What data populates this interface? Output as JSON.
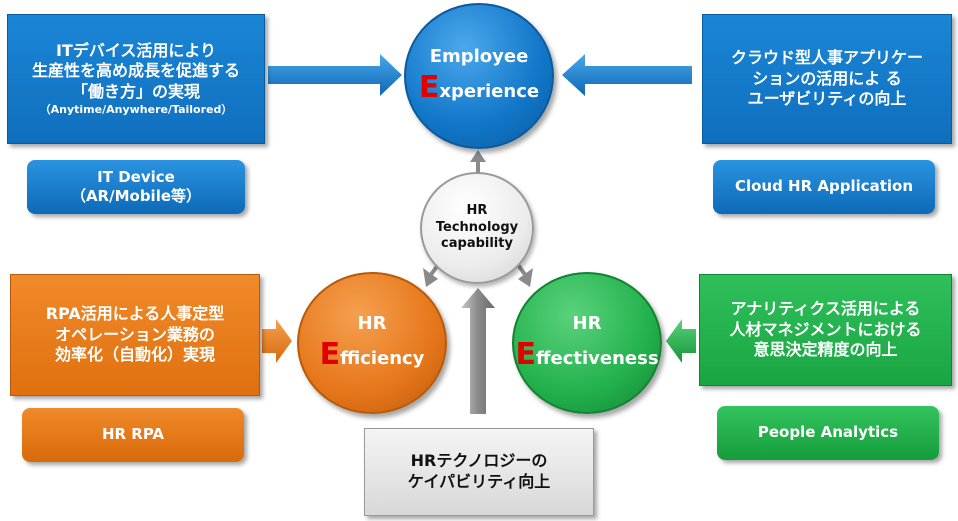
{
  "top_left": {
    "lines": [
      "ITデバイス活用により",
      "生産性を高め成長を促進する",
      "「働き方」の実現"
    ],
    "sub": "（Anytime/Anywhere/Tailored）",
    "pill_line1": "IT Device",
    "pill_line2": "（AR/Mobile等）"
  },
  "top_right": {
    "lines": [
      "クラウド型人事アプリケー",
      "ションの活用によ る",
      "ユーザビリティの向上"
    ],
    "pill": "Cloud HR Application"
  },
  "mid_left": {
    "lines": [
      "RPA活用による人事定型",
      "オペレーション業務の",
      "効率化（自動化）実現"
    ],
    "pill": "HR RPA"
  },
  "mid_right": {
    "lines": [
      "アナリティクス活用による",
      "人材マネジメントにおける",
      "意思決定精度の向上"
    ],
    "pill": "People Analytics"
  },
  "bottom": {
    "lines": [
      "HRテクノロジーの",
      "ケイパビリティ向上"
    ]
  },
  "circles": {
    "experience": {
      "line1": "Employee",
      "letter": "E",
      "rest": "xperience"
    },
    "efficiency": {
      "line1": "HR",
      "letter": "E",
      "rest": "fficiency"
    },
    "effectiveness": {
      "line1": "HR",
      "letter": "E",
      "rest": "ffectiveness"
    },
    "center": {
      "line1": "HR",
      "line2": "Technology",
      "line3": "capability"
    }
  },
  "colors": {
    "blue": "#1179c9",
    "orange": "#e8781a",
    "green": "#22b14c",
    "gray": "#8c8c8c",
    "accent_letter": "#e00000"
  }
}
